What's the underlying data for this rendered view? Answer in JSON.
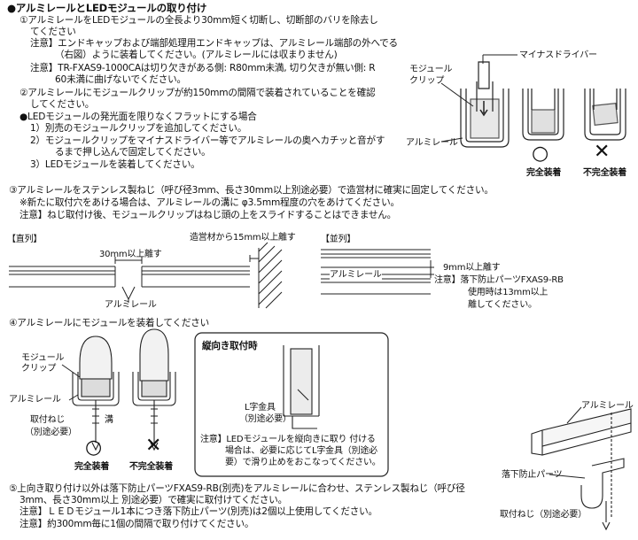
{
  "title": "●アルミレールとLEDモジュールの取り付け",
  "step1": {
    "line1": "①アルミレールをLEDモジュールの全長より30mm短く切断し、切断部のバリを除去し",
    "line2": "てください",
    "note1a": "注意】エンドキャップおよび端部処理用エンドキャップは、アルミレール端部の外へでる",
    "note1b": "（右図）ように装着してください。(アルミレールには収まりません)",
    "note2a": "注意】TR-FXAS9-1000CAは切り欠きがある側: R80mm未満, 切り欠きが無い側: R",
    "note2b": "60未満に曲げないでください。"
  },
  "step2": {
    "line1": "②アルミレールにモジュールクリップが約150mmの間隔で装着されていることを確認",
    "line2": "してください。",
    "flat_title": "●LEDモジュールの発光面を限りなくフラットにする場合",
    "sub1": "1）別売のモジュールクリップを追加してください。",
    "sub2a": "2）モジュールクリップをマイナスドライバー等でアルミレールの奥へカチッと音がす",
    "sub2b": "るまで押し込んで固定してください。",
    "sub3": "3）LEDモジュールを装着してください。"
  },
  "fig1": {
    "clip": "モジュール",
    "clip2": "クリップ",
    "driver": "マイナスドライバー",
    "rail": "アルミレール",
    "ok_mark": "○",
    "ng_mark": "✕",
    "ok": "完全装着",
    "ng": "不完全装着"
  },
  "step3": {
    "line1": "③アルミレールをステンレス製ねじ（呼び径3mm、長さ30mm以上別途必要）で造営材に確実に固定してください。",
    "note1": "※新たに取付穴をあける場合は、アルミレールの溝に φ3.5mm程度の穴をあけてください。",
    "note2": "注意】ねじ取付け後、モジュールクリップはねじ頭の上をスライドすることはできません。"
  },
  "fig2": {
    "straight": "【直列】",
    "gap": "30mm以上離す",
    "wall": "造営材から15mm以上離す",
    "rail": "アルミレール",
    "parallel": "【並列】",
    "gap9": "9mm以上離す",
    "note1": "注意】落下防止パーツFXAS9-RB",
    "note2": "使用時は13mm以上",
    "note3": "離してください。"
  },
  "step4": {
    "line1": "④アルミレールにモジュールを装着してください",
    "clip": "モジュール",
    "clip2": "クリップ",
    "rail": "アルミレール",
    "screw": "取付ねじ",
    "screw2": "（別途必要）",
    "groove": "溝",
    "ok": "完全装着",
    "ng": "不完全装着",
    "ok_mark": "○",
    "ng_mark": "✕"
  },
  "vertical": {
    "title": "縦向き取付時",
    "bracket": "L字金具",
    "bracket2": "（別途必要）",
    "note1": "注意】LEDモジュールを縦向きに取り 付ける",
    "note2": "場合は、必要に応じてL字金具（別途必",
    "note3": "要）で滑り止めをおこなってください。"
  },
  "fig3": {
    "rail": "アルミレール",
    "parts": "落下防止パーツ",
    "screw": "取付ねじ（別途必要）"
  },
  "step5": {
    "line1": "⑤上向き取り付け以外は落下防止パーツFXAS9-RB(別売)をアルミレールに合わせ、ステンレス製ねじ（呼び径",
    "line2": "3mm、長さ30mm以上 別途必要）で確実に取付けてください。",
    "note1": "注意】ＬＥＤモジュール1本につき落下防止パーツ(別売)は2個以上使用してください。",
    "note2": "注意】約300mm毎に1個の間隔で取り付けてください。"
  }
}
